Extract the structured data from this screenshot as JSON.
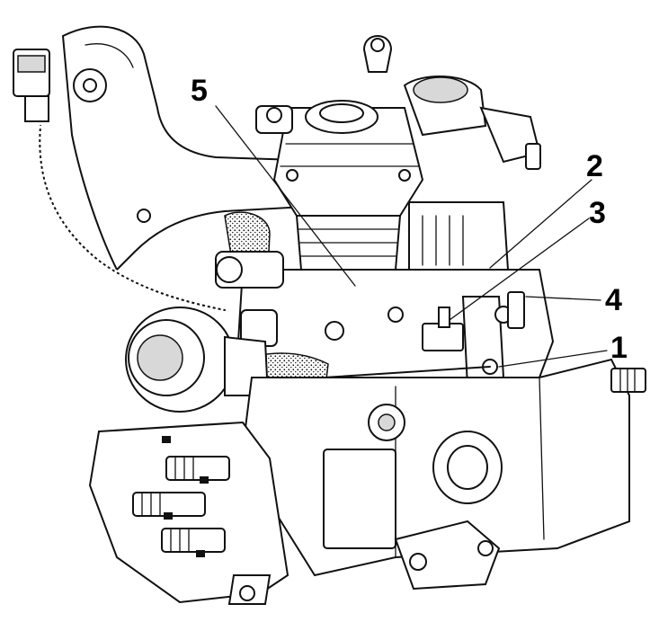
{
  "colors": {
    "ink": "#111111",
    "paper": "#ffffff",
    "shade": "#d8d8d8"
  },
  "callouts": [
    {
      "id": "callout-5",
      "label": "5"
    },
    {
      "id": "callout-2",
      "label": "2"
    },
    {
      "id": "callout-3",
      "label": "3"
    },
    {
      "id": "callout-4",
      "label": "4"
    },
    {
      "id": "callout-1",
      "label": "1"
    }
  ]
}
